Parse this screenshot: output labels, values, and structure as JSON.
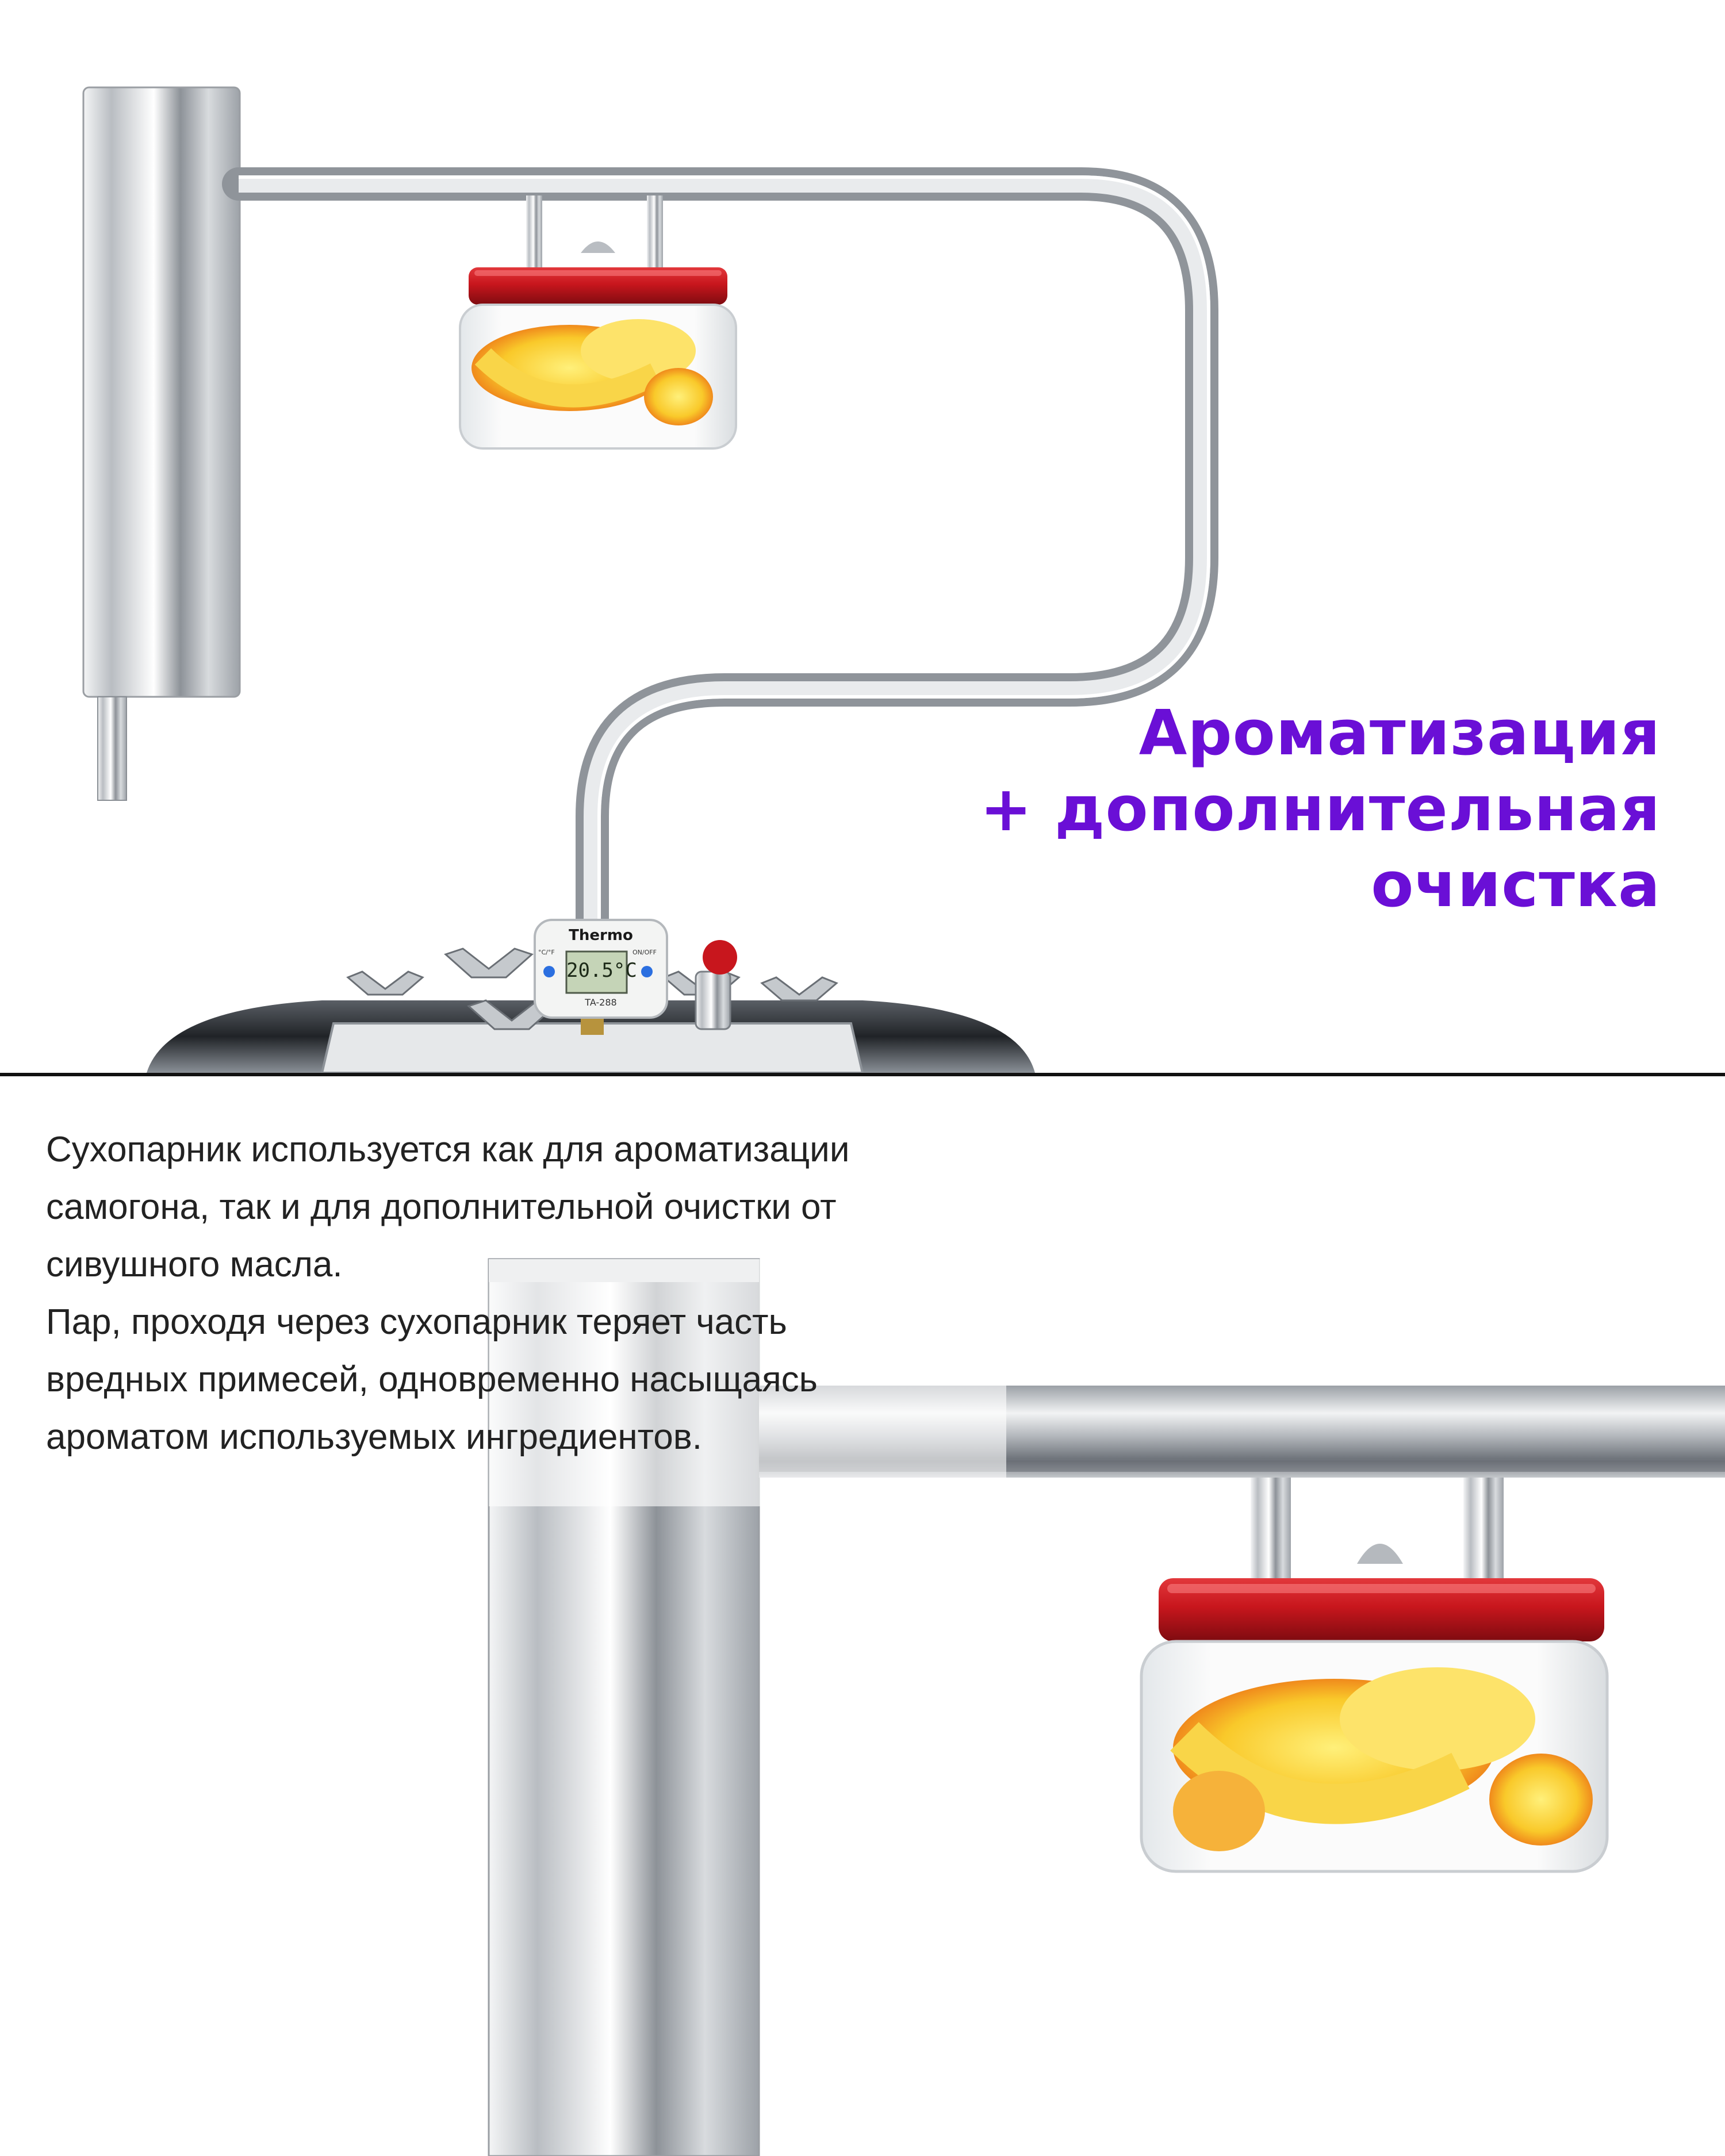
{
  "headline": {
    "lines": [
      "Ароматизация",
      "+ дополнительная",
      "очистка"
    ],
    "color": "#6a0fd6"
  },
  "description": {
    "lines": [
      "Сухопарник используется как для ароматизации",
      "самогона, так и для дополнительной очистки от",
      "сивушного масла.",
      "Пар, проходя через сухопарник теряет часть",
      "вредных примесей, одновременно насыщаясь",
      "ароматом используемых ингредиентов."
    ],
    "color": "#222222"
  },
  "thermometer": {
    "brand": "Thermo",
    "reading": "20.5°C",
    "model": "TA-288",
    "unit_label": "°C/°F",
    "power_label": "ON/OFF"
  },
  "colors": {
    "lid_red": "#c8161d",
    "steel": "#c9ccd0",
    "divider": "#111111"
  }
}
